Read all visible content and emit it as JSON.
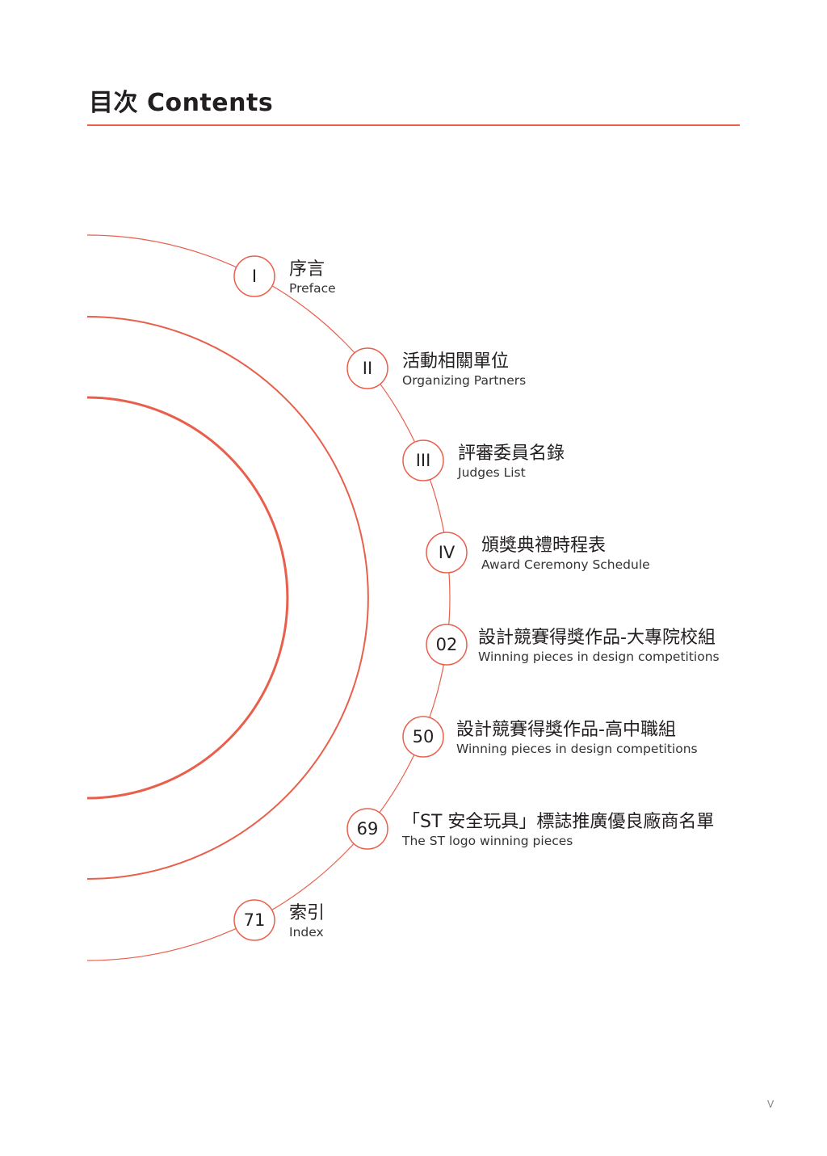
{
  "title": "目次 Contents",
  "accent": "#e8604c",
  "entries": [
    {
      "num": "I",
      "zh": "序言",
      "en": "Preface"
    },
    {
      "num": "II",
      "zh": "活動相關單位",
      "en": "Organizing Partners"
    },
    {
      "num": "III",
      "zh": "評審委員名錄",
      "en": "Judges List"
    },
    {
      "num": "IV",
      "zh": "頒獎典禮時程表",
      "en": "Award Ceremony Schedule"
    },
    {
      "num": "02",
      "zh": "設計競賽得獎作品-大專院校組",
      "en": "Winning pieces in design competitions"
    },
    {
      "num": "50",
      "zh": "設計競賽得獎作品-高中職組",
      "en": "Winning pieces in design competitions"
    },
    {
      "num": "69",
      "zh": "「ST 安全玩具」標誌推廣優良廠商名單",
      "en": "The ST logo winning pieces"
    },
    {
      "num": "71",
      "zh": "索引",
      "en": "Index"
    }
  ],
  "page_number": "V"
}
